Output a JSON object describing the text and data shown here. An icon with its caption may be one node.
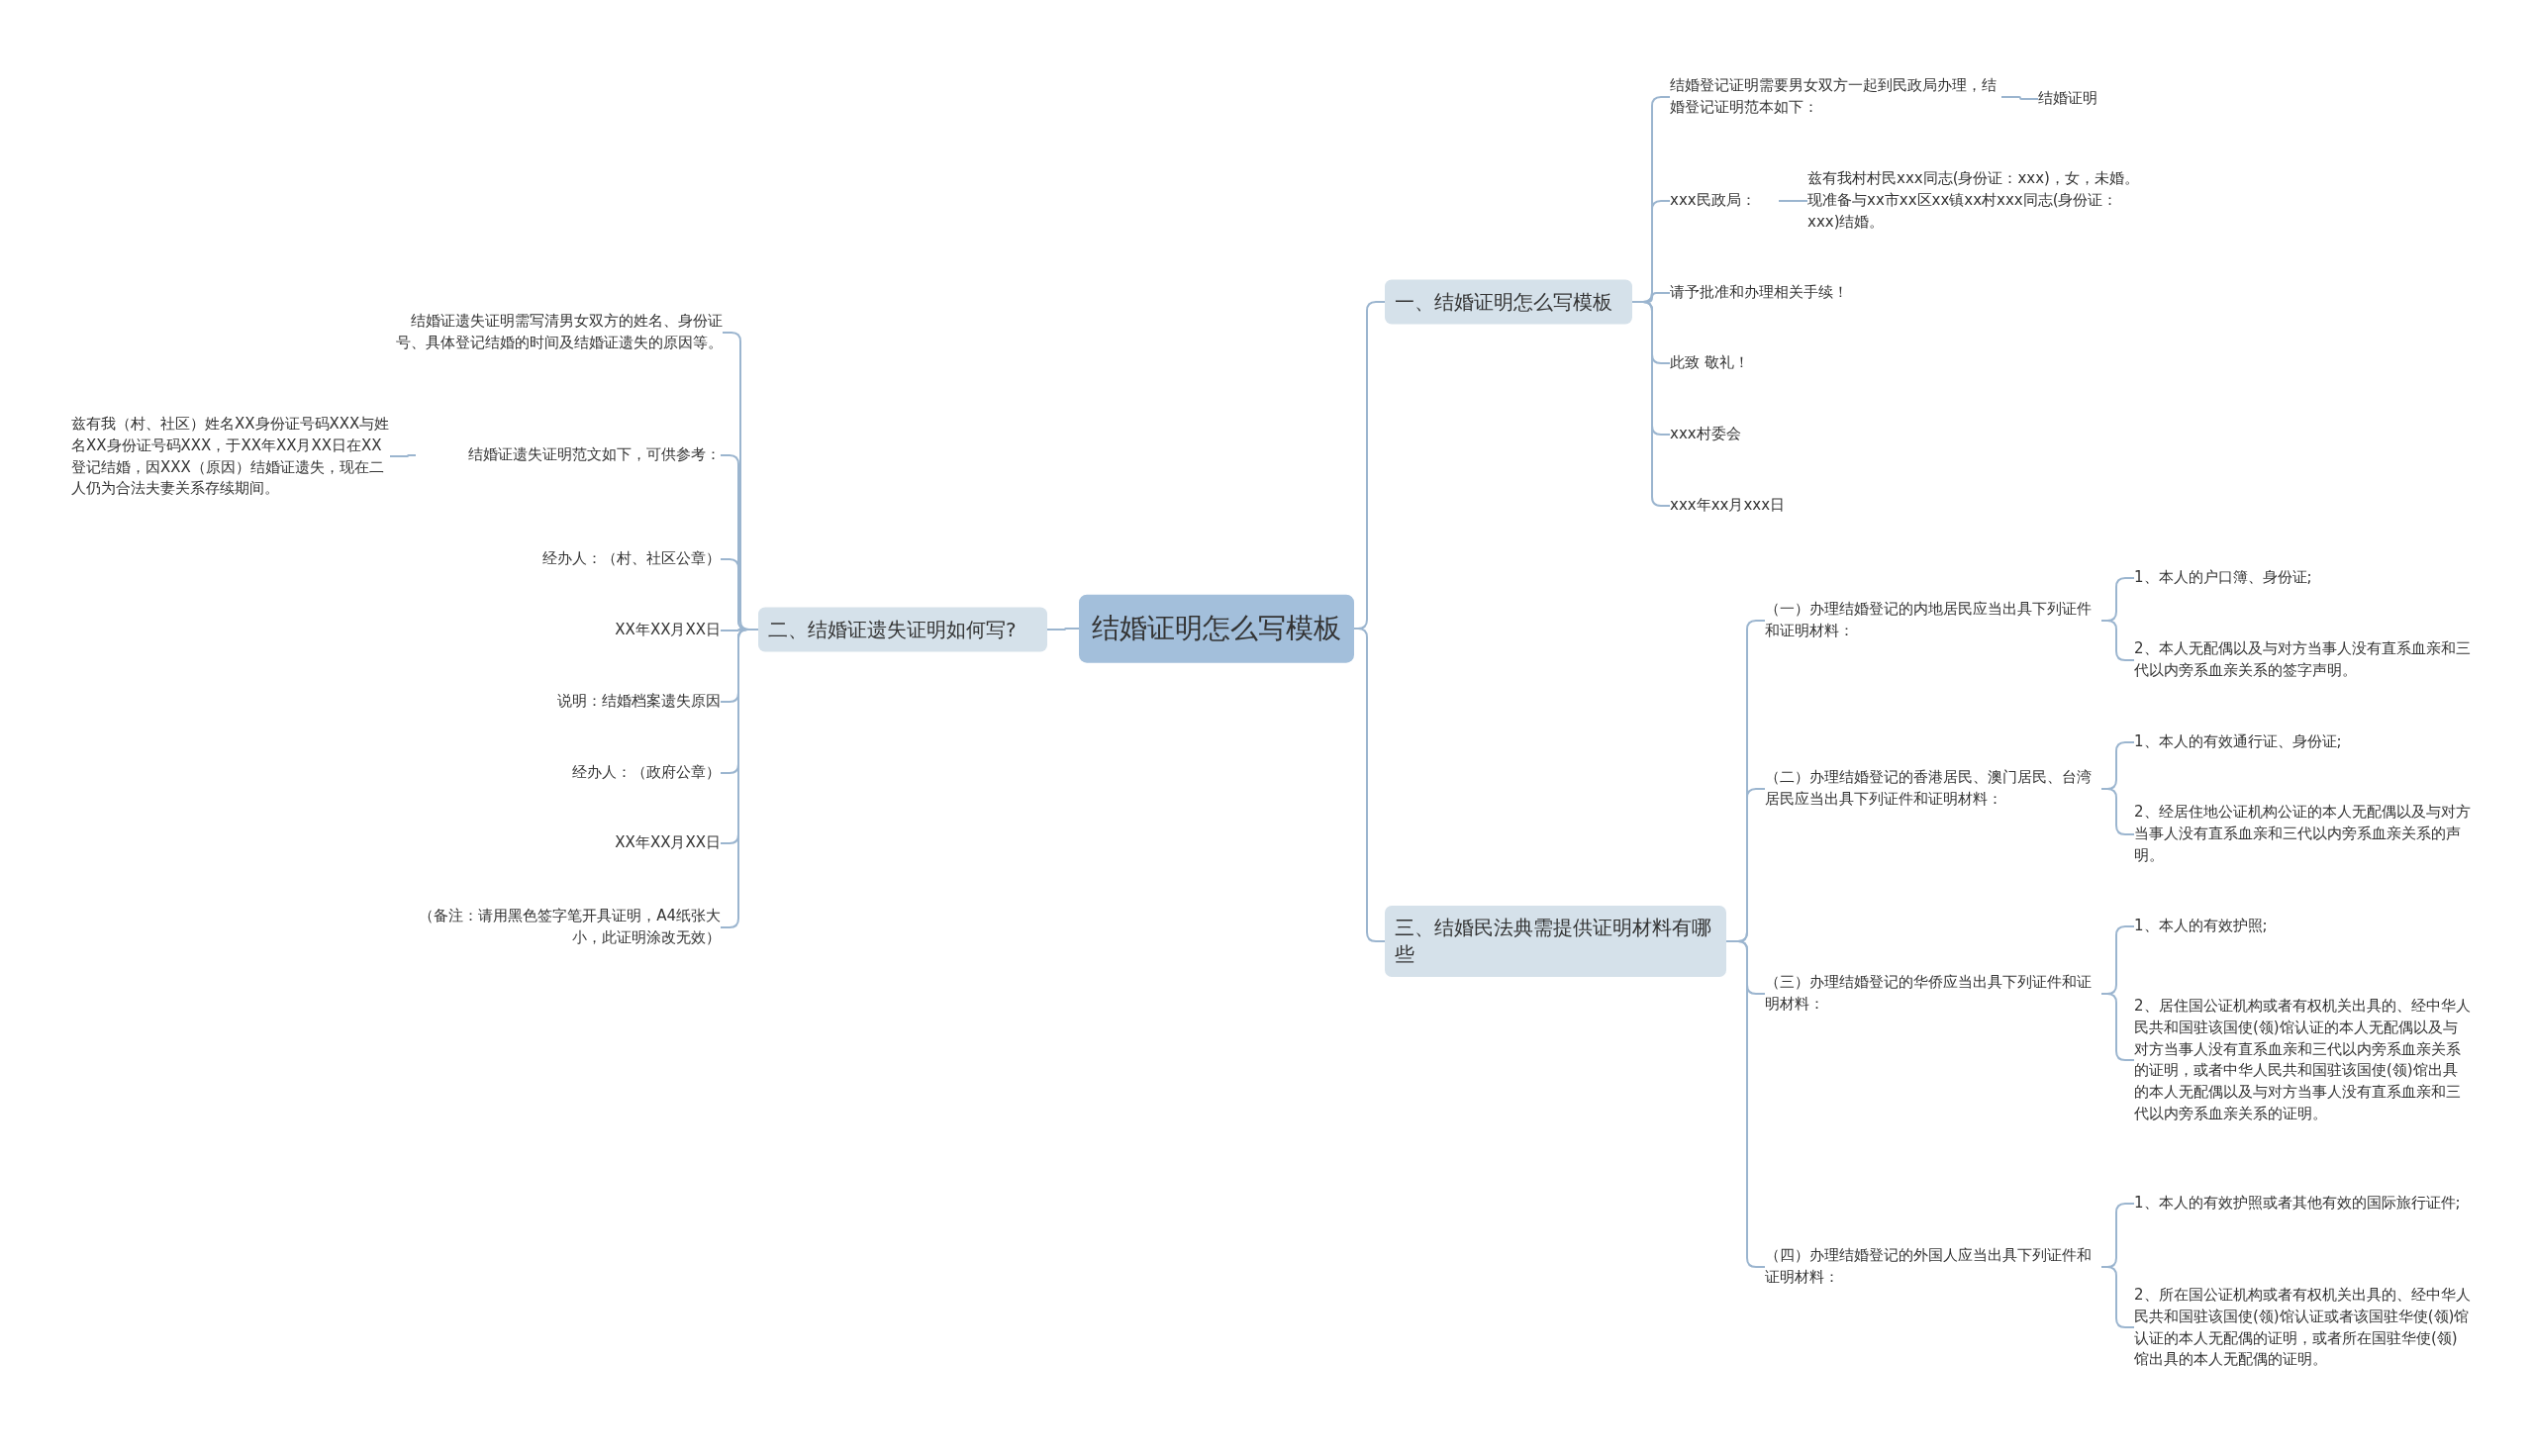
{
  "diagram": {
    "nodes": [
      {
        "text": [
          "结婚证明怎么写模板"
        ]
      },
      {
        "text": [
          "一、结婚证明怎么写模板"
        ]
      },
      {
        "text": [
          "结婚登记证明需要男女双方一起到民政局办理，结婚登记证明范本如下："
        ]
      },
      {
        "text": [
          "结婚证明"
        ]
      },
      {
        "text": [
          "xxx民政局："
        ]
      },
      {
        "text": [
          "兹有我村村民xxx同志(身份证：xxx)，女，未婚。现准备与xx市xx区xx镇xx村xxx同志(身份证：xxx)结婚。"
        ]
      },
      {
        "text": [
          "请予批准和办理相关手续！"
        ]
      },
      {
        "text": [
          "此致 敬礼！"
        ]
      },
      {
        "text": [
          "xxx村委会"
        ]
      },
      {
        "text": [
          "xxx年xx月xxx日"
        ]
      },
      {
        "text": [
          "二、结婚证遗失证明如何写?"
        ]
      },
      {
        "text": [
          "结婚证遗失证明需写清男女双方的姓名、身份证号、具体登记结婚的时间及结婚证遗失的原因等。"
        ]
      },
      {
        "text": [
          "结婚证遗失证明范文如下，可供参考："
        ]
      },
      {
        "text": [
          "兹有我（村、社区）姓名XX身份证号码XXX与姓名XX身份证号码XXX，于XX年XX月XX日在XX登记结婚，因XXX（原因）结婚证遗失，现在二人仍为合法夫妻关系存续期间。"
        ]
      },
      {
        "text": [
          "经办人：（村、社区公章）"
        ]
      },
      {
        "text": [
          "XX年XX月XX日"
        ]
      },
      {
        "text": [
          "说明：结婚档案遗失原因"
        ]
      },
      {
        "text": [
          "经办人：（政府公章）"
        ]
      },
      {
        "text": [
          "XX年XX月XX日"
        ]
      },
      {
        "text": [
          "（备注：请用黑色签字笔开具证明，A4纸张大小，此证明涂改无效）"
        ]
      },
      {
        "text": [
          "三、结婚民法典需提供证明材料有哪些"
        ]
      },
      {
        "text": [
          "（一）办理结婚登记的内地居民应当出具下列证件和证明材料："
        ]
      },
      {
        "text": [
          "1、本人的户口簿、身份证;"
        ]
      },
      {
        "text": [
          "2、本人无配偶以及与对方当事人没有直系血亲和三代以内旁系血亲关系的签字声明。"
        ]
      },
      {
        "text": [
          "（二）办理结婚登记的香港居民、澳门居民、台湾居民应当出具下列证件和证明材料："
        ]
      },
      {
        "text": [
          "1、本人的有效通行证、身份证;"
        ]
      },
      {
        "text": [
          "2、经居住地公证机构公证的本人无配偶以及与对方当事人没有直系血亲和三代以内旁系血亲关系的声明。"
        ]
      },
      {
        "text": [
          "（三）办理结婚登记的华侨应当出具下列证件和证明材料："
        ]
      },
      {
        "text": [
          "1、本人的有效护照;"
        ]
      },
      {
        "text": [
          "2、居住国公证机构或者有权机关出具的、经中华人民共和国驻该国使(领)馆认证的本人无配偶以及与对方当事人没有直系血亲和三代以内旁系血亲关系的证明，或者中华人民共和国驻该国使(领)馆出具的本人无配偶以及与对方当事人没有直系血亲和三代以内旁系血亲关系的证明。"
        ]
      },
      {
        "text": [
          "（四）办理结婚登记的外国人应当出具下列证件和证明材料："
        ]
      },
      {
        "text": [
          "1、本人的有效护照或者其他有效的国际旅行证件;"
        ]
      },
      {
        "text": [
          "2、所在国公证机构或者有权机关出具的、经中华人民共和国驻该国使(领)馆认证或者该国驻华使(领)馆认证的本人无配偶的证明，或者所在国驻华使(领)馆出具的本人无配偶的证明。"
        ]
      }
    ],
    "edges": [
      {
        "from": 0,
        "to": 1,
        "arrow": "none"
      },
      {
        "from": 0,
        "to": 10,
        "arrow": "none"
      },
      {
        "from": 0,
        "to": 20,
        "arrow": "none"
      },
      {
        "from": 1,
        "to": 2,
        "arrow": "none"
      },
      {
        "from": 2,
        "to": 3,
        "arrow": "none"
      },
      {
        "from": 1,
        "to": 4,
        "arrow": "none"
      },
      {
        "from": 4,
        "to": 5,
        "arrow": "none"
      },
      {
        "from": 1,
        "to": 6,
        "arrow": "none"
      },
      {
        "from": 1,
        "to": 7,
        "arrow": "none"
      },
      {
        "from": 1,
        "to": 8,
        "arrow": "none"
      },
      {
        "from": 1,
        "to": 9,
        "arrow": "none"
      },
      {
        "from": 10,
        "to": 11,
        "arrow": "none"
      },
      {
        "from": 10,
        "to": 12,
        "arrow": "none"
      },
      {
        "from": 12,
        "to": 13,
        "arrow": "none"
      },
      {
        "from": 10,
        "to": 14,
        "arrow": "none"
      },
      {
        "from": 10,
        "to": 15,
        "arrow": "none"
      },
      {
        "from": 10,
        "to": 16,
        "arrow": "none"
      },
      {
        "from": 10,
        "to": 17,
        "arrow": "none"
      },
      {
        "from": 10,
        "to": 18,
        "arrow": "none"
      },
      {
        "from": 10,
        "to": 19,
        "arrow": "none"
      },
      {
        "from": 20,
        "to": 21,
        "arrow": "none"
      },
      {
        "from": 21,
        "to": 22,
        "arrow": "none"
      },
      {
        "from": 21,
        "to": 23,
        "arrow": "none"
      },
      {
        "from": 20,
        "to": 24,
        "arrow": "none"
      },
      {
        "from": 24,
        "to": 25,
        "arrow": "none"
      },
      {
        "from": 24,
        "to": 26,
        "arrow": "none"
      },
      {
        "from": 20,
        "to": 27,
        "arrow": "none"
      },
      {
        "from": 27,
        "to": 28,
        "arrow": "none"
      },
      {
        "from": 27,
        "to": 29,
        "arrow": "none"
      },
      {
        "from": 20,
        "to": 30,
        "arrow": "none"
      },
      {
        "from": 30,
        "to": 31,
        "arrow": "none"
      },
      {
        "from": 30,
        "to": 32,
        "arrow": "none"
      }
    ]
  }
}
